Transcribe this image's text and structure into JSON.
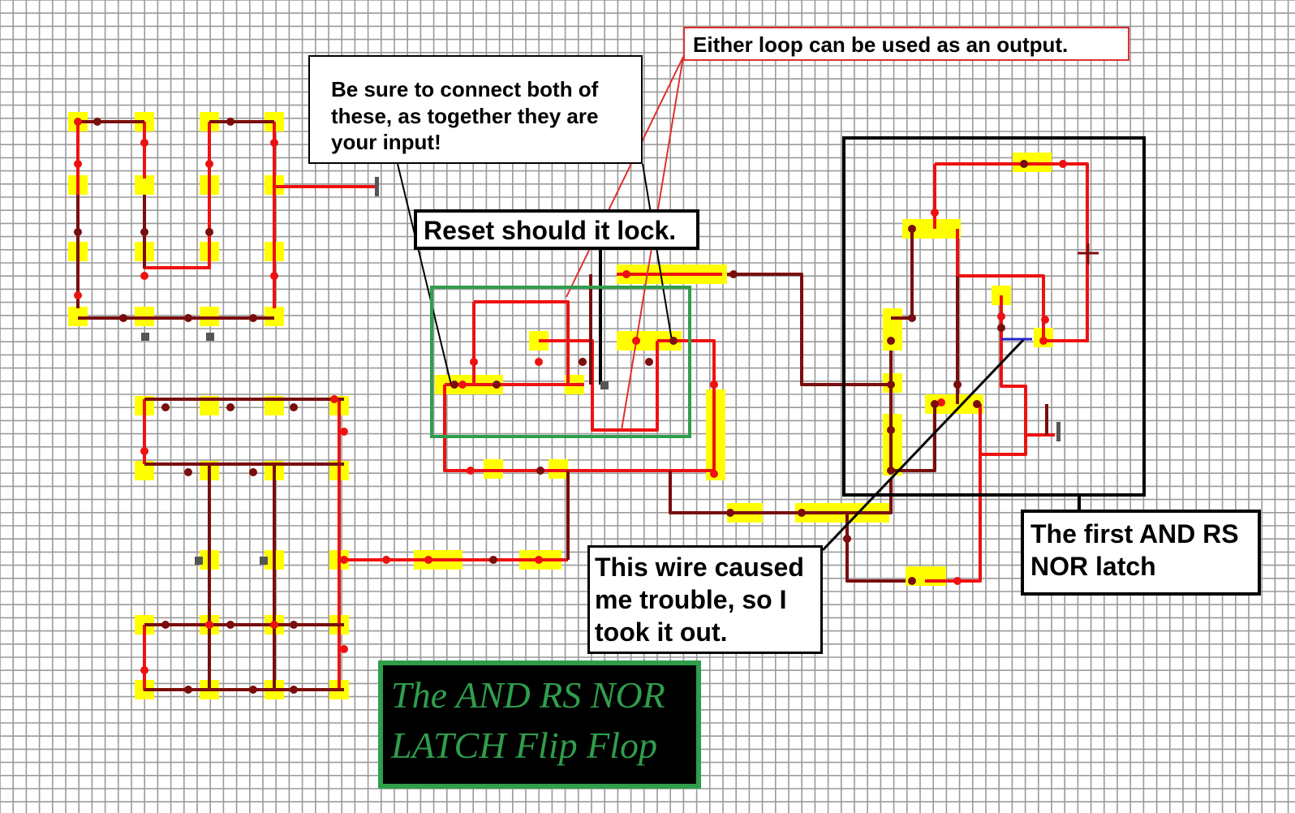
{
  "colors": {
    "background": "#ffffff",
    "grid": "#9a9a9a",
    "wire_on": "#ee1111",
    "wire_off": "#7a0d0d",
    "block": "#ffff00",
    "torch_off": "#7a0d0d",
    "torch_on": "#ee1111",
    "note_black": "#000000",
    "note_red": "#e03030",
    "note_green": "#2f9e4c",
    "note_blue": "#2222cc"
  },
  "notes": {
    "either_loop": "Either loop can be used as an output.",
    "connect_both": "Be sure to connect both of these, as together they are your input!",
    "reset": "Reset should it lock.",
    "trouble_wire": "This wire caused me trouble, so I took it out.",
    "first_latch": "The first AND RS NOR latch"
  },
  "title": {
    "line1": "The AND RS NOR",
    "line2": "LATCH Flip Flop"
  }
}
